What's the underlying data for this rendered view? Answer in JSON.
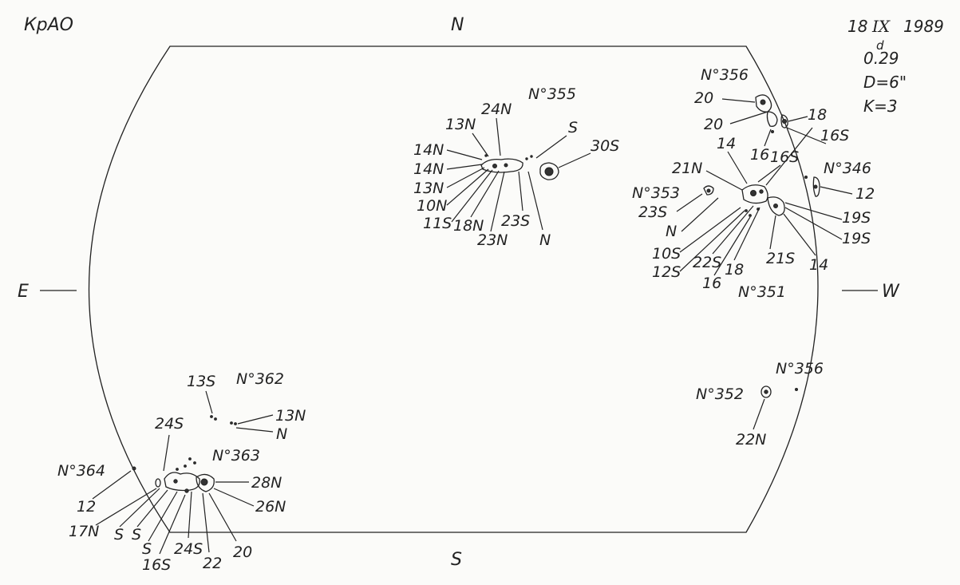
{
  "header": {
    "observatory": "КрАО",
    "date_prefix": "18",
    "month": "IX",
    "year": "1989",
    "time_sup": "d",
    "time": "0.29",
    "diameter": "D=6\"",
    "k": "K=3"
  },
  "compass": {
    "north": "N",
    "south": "S",
    "east": "E",
    "west": "W"
  },
  "groups": {
    "g355": {
      "name": "N°355",
      "labels": [
        "24N",
        "13N",
        "14N",
        "14N",
        "13N",
        "10N",
        "11S",
        "18N",
        "23N",
        "23S",
        "N",
        "S",
        "30S"
      ]
    },
    "g356_top": {
      "name": "N°356",
      "labels": [
        "20",
        "20",
        "18",
        "16",
        "16S"
      ]
    },
    "g346": {
      "name": "N°346",
      "labels": [
        "12"
      ]
    },
    "g353": {
      "name": "N°353",
      "labels": [
        "23S",
        "N",
        "10S",
        "12S"
      ]
    },
    "g351": {
      "name": "N°351",
      "labels": [
        "14",
        "16S",
        "21N",
        "19S",
        "19S",
        "14",
        "21S",
        "22S",
        "18",
        "16"
      ]
    },
    "g352": {
      "name": "N°352",
      "labels": [
        "22N"
      ]
    },
    "g356_bottom": {
      "name": "N°356"
    },
    "g362": {
      "name": "N°362",
      "labels": [
        "13S",
        "13N",
        "N"
      ]
    },
    "g363": {
      "name": "N°363",
      "labels": [
        "24S",
        "28N",
        "26N",
        "20",
        "22",
        "24S",
        "16S",
        "S",
        "S",
        "S",
        "17N",
        "12"
      ]
    },
    "g364": {
      "name": "N°364"
    }
  },
  "colors": {
    "ink": "#222222",
    "paper": "#fbfbf9"
  }
}
